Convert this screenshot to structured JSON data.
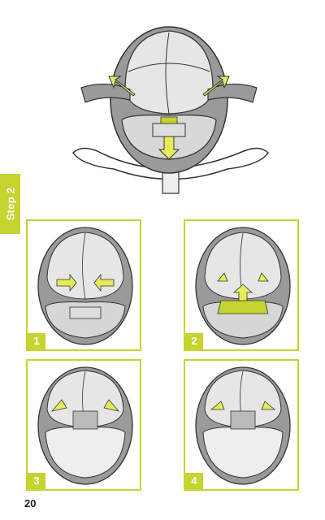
{
  "step_label": "Step 2",
  "panels": [
    {
      "number": "1"
    },
    {
      "number": "2"
    },
    {
      "number": "3"
    },
    {
      "number": "4"
    }
  ],
  "page_number": "20",
  "colors": {
    "accent": "#c5d42f",
    "seat_gray": "#9a9a9a",
    "light_gray": "#e6e6e6",
    "outline": "#333333"
  }
}
